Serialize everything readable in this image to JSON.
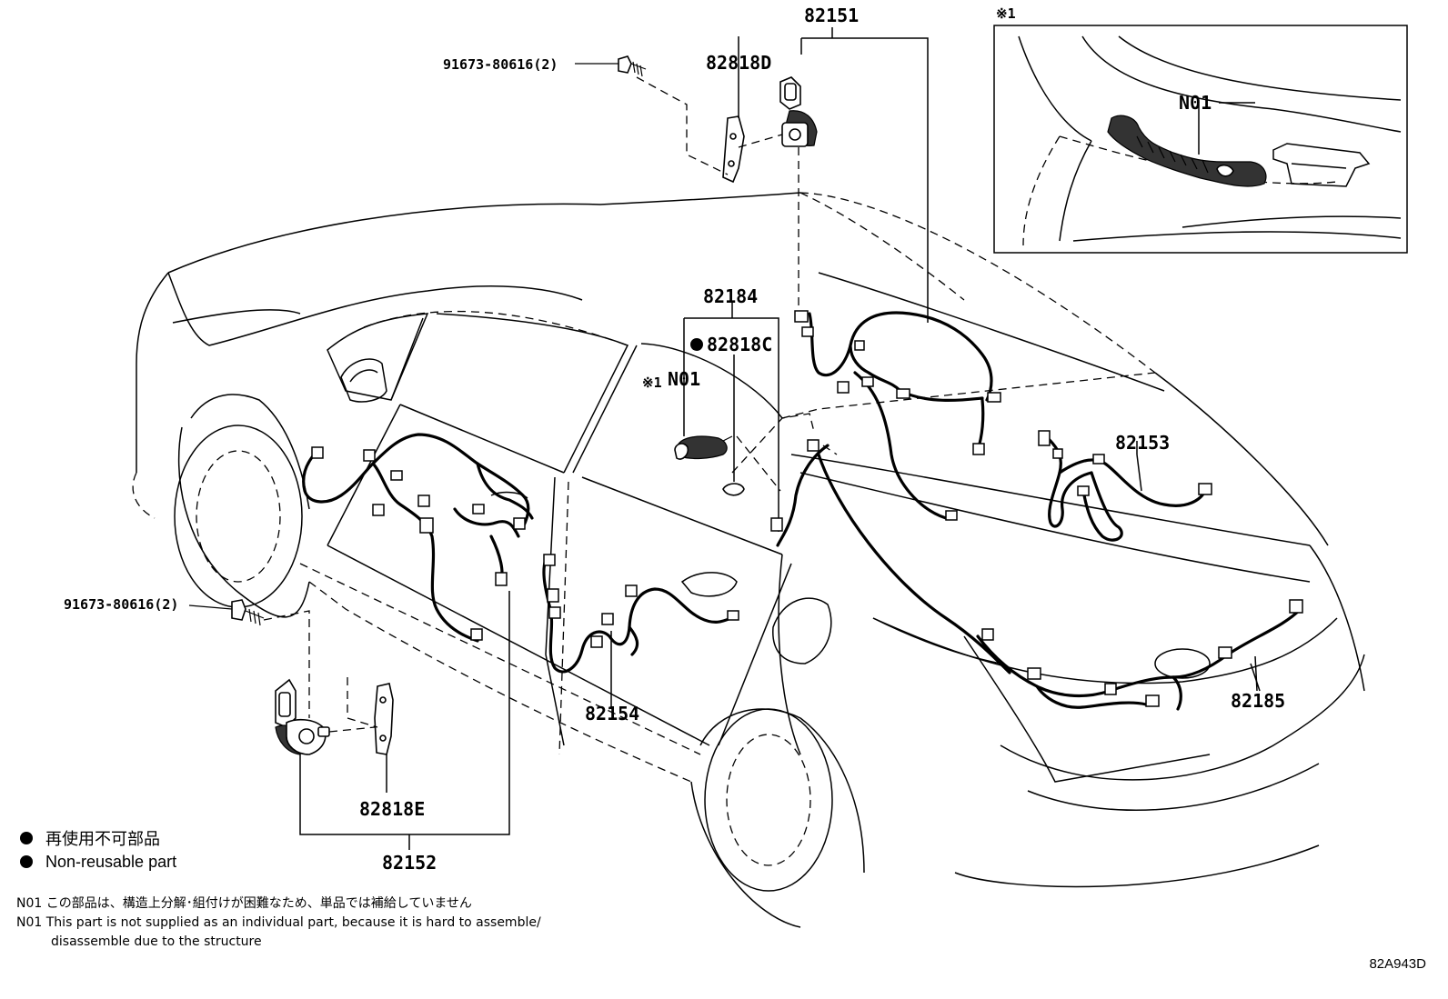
{
  "parts": {
    "p82151": "82151",
    "p82818D": "82818D",
    "p91673_top": "91673-80616(2)",
    "p82184": "82184",
    "p82818C": "82818C",
    "p_n01": "N01",
    "p_ref_mark": "※1",
    "p82153": "82153",
    "p91673_mid": "91673-80616(2)",
    "p82154": "82154",
    "p82185": "82185",
    "p82818E": "82818E",
    "p82152": "82152"
  },
  "inset": {
    "mark": "※1",
    "label": "N01"
  },
  "legend": {
    "jp": "再使用不可部品",
    "en": "Non-reusable part"
  },
  "notes": {
    "jp_prefix": "N01",
    "jp": "この部品は、構造上分解･組付けが困難なため、単品では補給していません",
    "en_prefix": "N01",
    "en_line1": "This part is not supplied as an individual part, because it is hard to assemble/",
    "en_line2": "disassemble due to the structure"
  },
  "diagram_code": "82A943D"
}
